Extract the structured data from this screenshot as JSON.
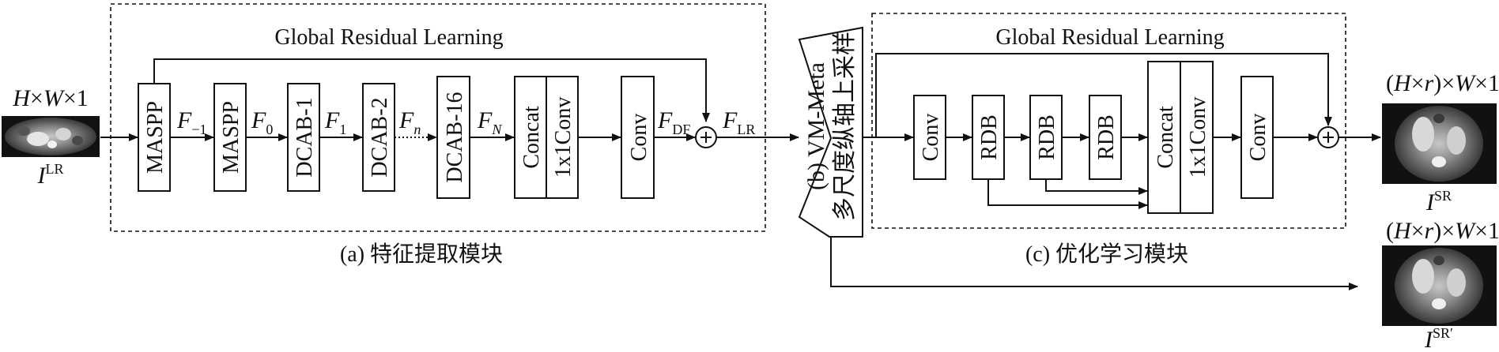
{
  "feature_module": {
    "caption": "(a) 特征提取模块",
    "global_residual": "Global Residual Learning",
    "blocks": [
      "MASPP",
      "MASPP",
      "DCAB-1",
      "DCAB-2",
      "DCAB-16",
      "Concat",
      "1x1Conv",
      "Conv"
    ],
    "features": {
      "f_minus1": {
        "main": "F",
        "sub": "−1"
      },
      "f0": {
        "main": "F",
        "sub": "0"
      },
      "f1": {
        "main": "F",
        "sub": "1"
      },
      "fn": {
        "main": "F",
        "sub": "n"
      },
      "fN": {
        "main": "F",
        "sub": "N"
      },
      "fDF": {
        "main": "F",
        "sub": "DF"
      },
      "fLR": {
        "main": "F",
        "sub": "LR"
      }
    }
  },
  "upsample_module": {
    "line1": "(b) VM-Meta",
    "line2": "多尺度纵轴上采样"
  },
  "optimization_module": {
    "caption": "(c) 优化学习模块",
    "global_residual": "Global Residual Learning",
    "blocks": [
      "Conv",
      "RDB",
      "RDB",
      "RDB",
      "Concat",
      "1x1Conv",
      "Conv"
    ]
  },
  "input": {
    "dims": {
      "h": "H",
      "x1": "×",
      "w": "W",
      "x2": "×1"
    },
    "label": {
      "main": "I",
      "sup": "LR"
    }
  },
  "output_sr": {
    "dims": {
      "open": "(",
      "h": "H",
      "x1": "×",
      "r": "r",
      "close": ")",
      "x2": "×",
      "w": "W",
      "x3": "×1"
    },
    "label": {
      "main": "I",
      "sup": "SR"
    }
  },
  "output_sr_prime": {
    "dims": {
      "open": "(",
      "h": "H",
      "x1": "×",
      "r": "r",
      "close": ")",
      "x2": "×",
      "w": "W",
      "x3": "×1"
    },
    "label": {
      "main": "I",
      "sup": "SR′"
    }
  },
  "plus_symbol": "+"
}
